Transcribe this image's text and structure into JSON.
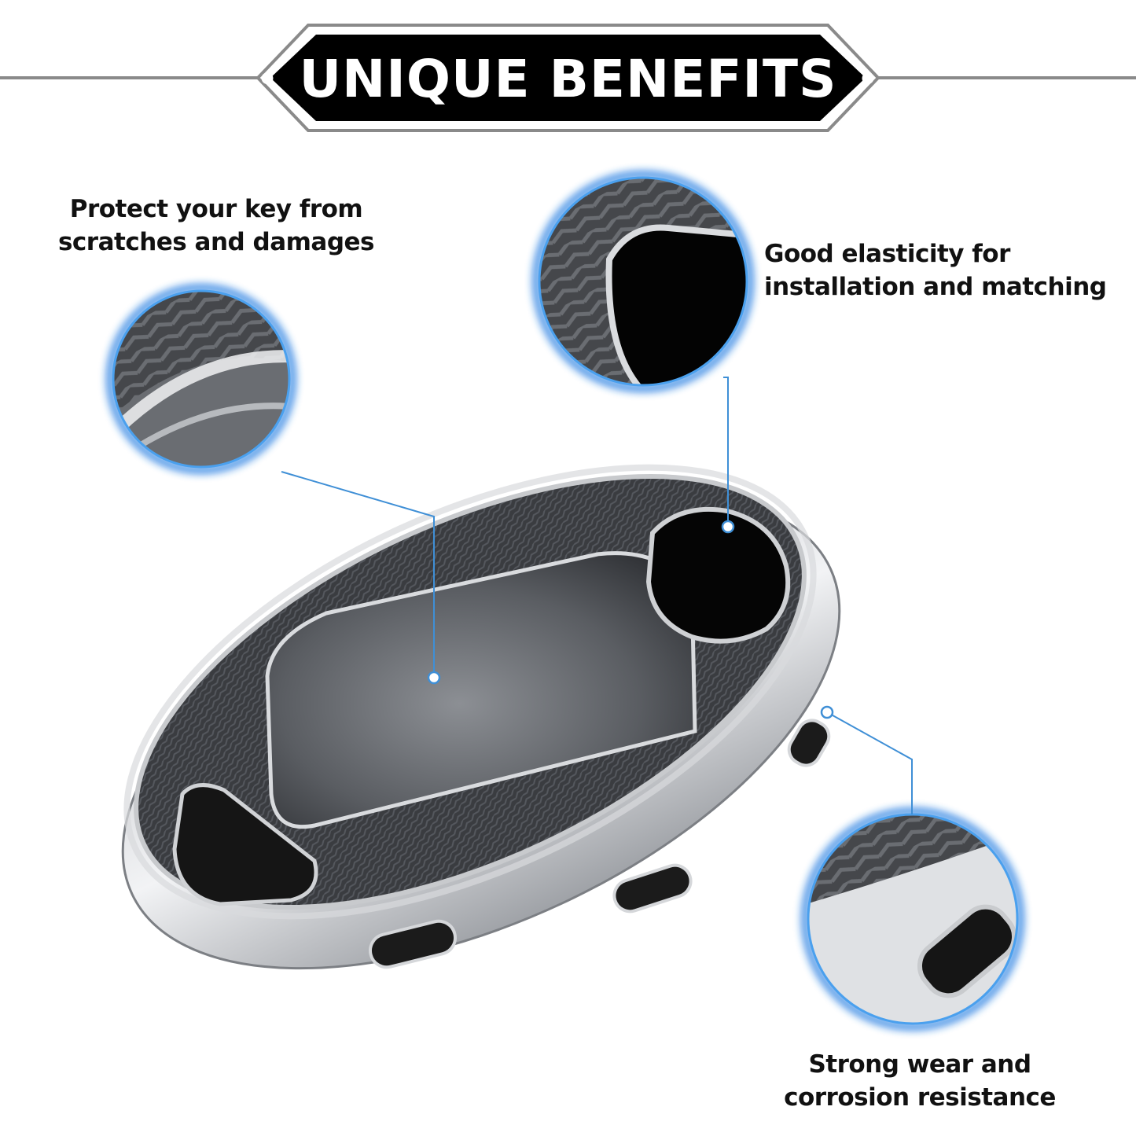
{
  "banner": {
    "title": "UNIQUE BENEFITS",
    "bullet_left": "•",
    "bullet_right": "•"
  },
  "features": [
    {
      "line1": "Protect your key from",
      "line2": "scratches and damages"
    },
    {
      "line1": "Good elasticity for",
      "line2": "installation and matching"
    },
    {
      "line1": "Strong wear and",
      "line2": "corrosion resistance"
    }
  ],
  "colors": {
    "banner_fill": "#000000",
    "banner_outline": "#8a8a8a",
    "callout_line": "#3f8fd6",
    "lens_glow": "#1e78e0",
    "case_dark": "#2f3135",
    "case_clear": "#e3e5e8",
    "text": "#111111"
  }
}
